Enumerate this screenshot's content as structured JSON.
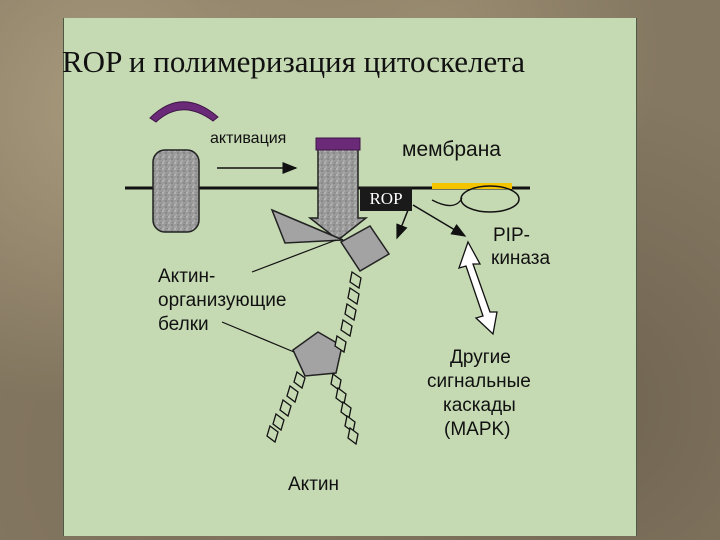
{
  "title": "ROP и полимеризация цитоскелета",
  "labels": {
    "activation": "активация",
    "membrane": "мембрана",
    "rop": "ROP",
    "pip_kinase_1": "PIP-",
    "pip_kinase_2": "киназа",
    "actin_org_1": "Актин-",
    "actin_org_2": "организующие",
    "actin_org_3": "белки",
    "other_1": "Другие",
    "other_2": "сигнальные",
    "other_3": "каскады",
    "other_4": "(MAPK)",
    "actin": "Актин"
  },
  "colors": {
    "panel": "#c5d9b3",
    "activator": "#6b2a78",
    "membrane_patch": "#f5c400",
    "protein_gray": "#a3a3a3",
    "channel_gray": "#8c8c8c"
  }
}
